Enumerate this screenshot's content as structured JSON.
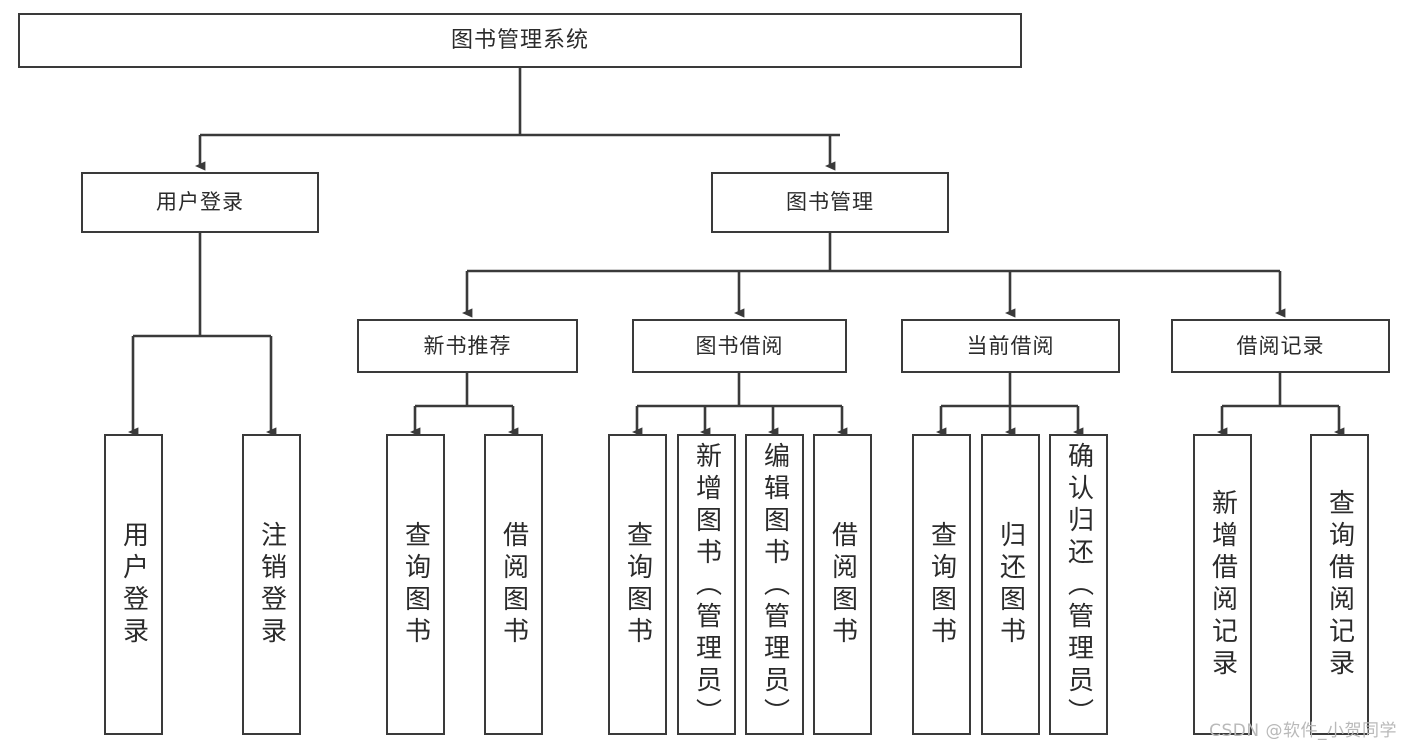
{
  "diagram": {
    "title": "图书管理系统",
    "watermark": "CSDN @软件_小贺同学",
    "colors": {
      "box_border": "#3a3a3a",
      "box_fill": "#ffffff",
      "line": "#3a3a3a",
      "text": "#2b2b2b",
      "watermark": "#b9b9b9",
      "background": "#ffffff"
    },
    "nodes": {
      "root": {
        "label": "图书管理系统"
      },
      "level1": [
        {
          "label": "用户登录"
        },
        {
          "label": "图书管理"
        }
      ],
      "level2": [
        {
          "label": "新书推荐"
        },
        {
          "label": "图书借阅"
        },
        {
          "label": "当前借阅"
        },
        {
          "label": "借阅记录"
        }
      ],
      "leaves": {
        "user_login": [
          {
            "label": "用户登录"
          },
          {
            "label": "注销登录"
          }
        ],
        "new_book_recommend": [
          {
            "label": "查询图书"
          },
          {
            "label": "借阅图书"
          }
        ],
        "book_borrow": [
          {
            "label": "查询图书"
          },
          {
            "label": "新增图书（管理员）"
          },
          {
            "label": "编辑图书（管理员）"
          },
          {
            "label": "借阅图书"
          }
        ],
        "current_borrow": [
          {
            "label": "查询图书"
          },
          {
            "label": "归还图书"
          },
          {
            "label": "确认归还（管理员）"
          }
        ],
        "borrow_record": [
          {
            "label": "新增借阅记录"
          },
          {
            "label": "查询借阅记录"
          }
        ]
      }
    }
  }
}
